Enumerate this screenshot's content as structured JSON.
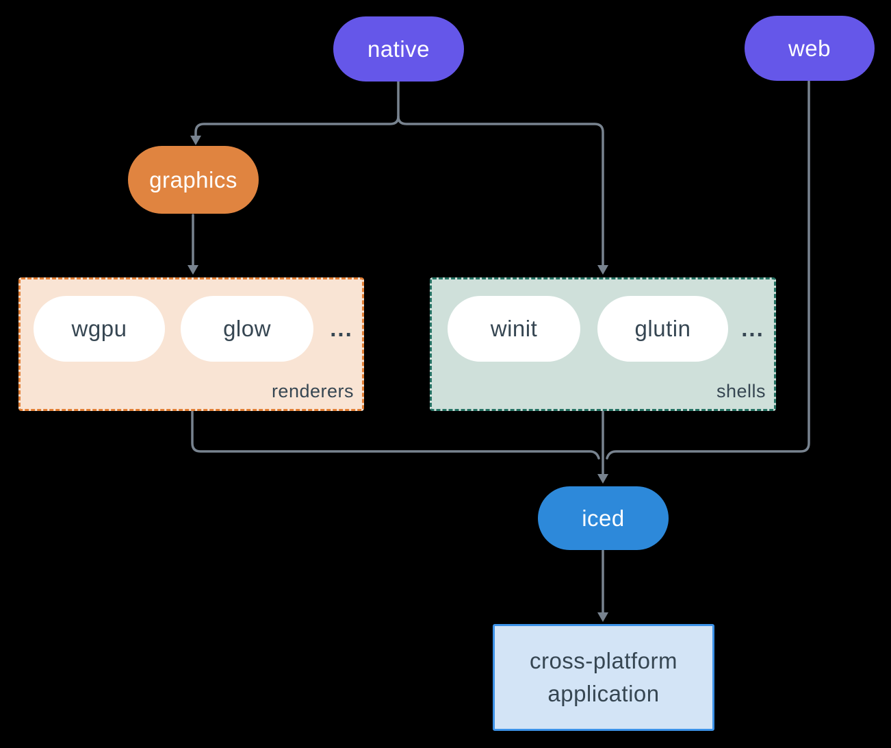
{
  "title": "iced ecosystem diagram",
  "colors": {
    "background": "#000000",
    "line": "#78838f",
    "purple": "#6557e9",
    "orange": "#e08440",
    "blue": "#2d89da",
    "dark_text": "#364652",
    "pill_text": "#ffffff",
    "inner_pill_bg": "#ffffff",
    "renderers_bg": "#f9e4d4",
    "renderers_border": "#e27f35",
    "shells_bg": "#cfe0da",
    "shells_border": "#267364",
    "app_bg": "#d3e4f6",
    "app_border": "#3c92e8"
  },
  "nodes": {
    "native": {
      "label": "native"
    },
    "web": {
      "label": "web"
    },
    "graphics": {
      "label": "graphics"
    },
    "iced": {
      "label": "iced"
    },
    "app": {
      "label": "cross-platform application"
    }
  },
  "groups": {
    "renderers": {
      "label": "renderers",
      "items": [
        {
          "label": "wgpu"
        },
        {
          "label": "glow"
        }
      ],
      "ellipsis": "..."
    },
    "shells": {
      "label": "shells",
      "items": [
        {
          "label": "winit"
        },
        {
          "label": "glutin"
        }
      ],
      "ellipsis": "..."
    }
  },
  "edges": [
    "native -> graphics",
    "native -> shells",
    "graphics -> renderers",
    "renderers -> iced",
    "shells -> iced",
    "web -> iced",
    "iced -> app"
  ]
}
